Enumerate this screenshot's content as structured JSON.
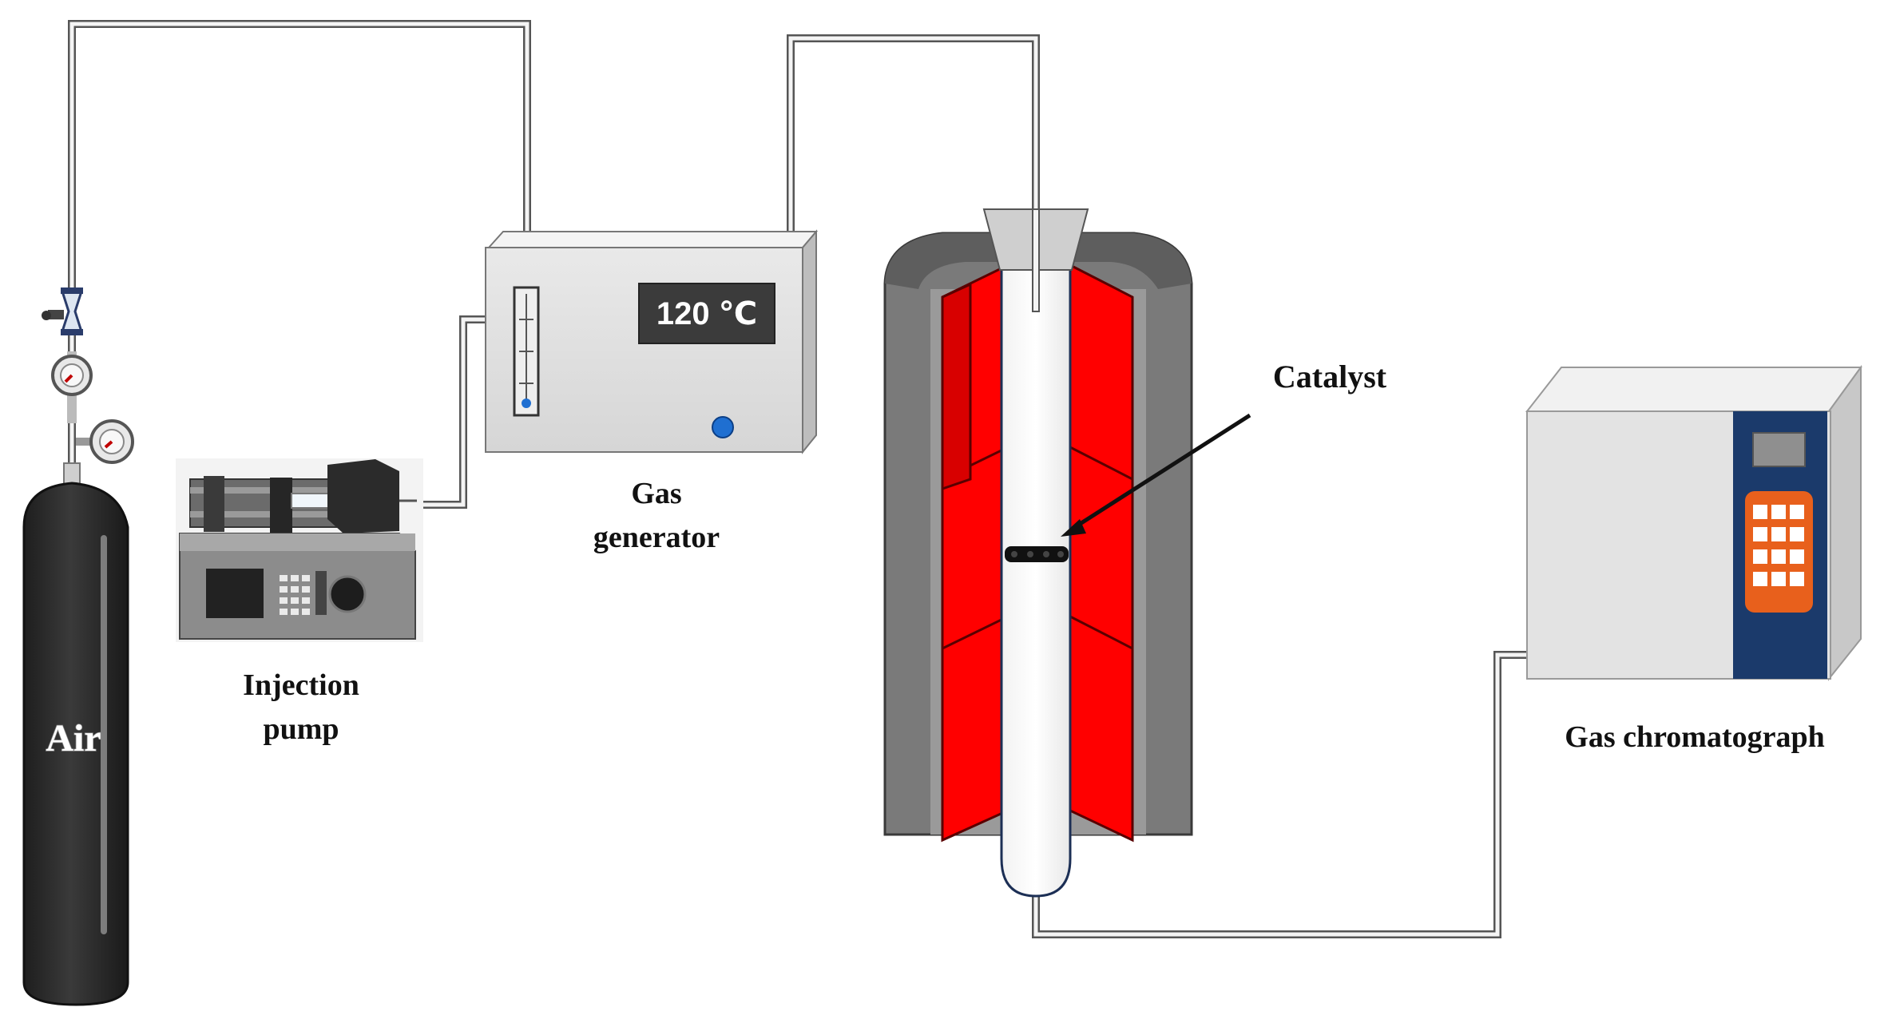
{
  "labels": {
    "air": "Air",
    "display_temperature": "120 ℃",
    "gas_generator_line1": "Gas",
    "gas_generator_line2": "generator",
    "injection_pump_line1": "Injection",
    "injection_pump_line2": "pump",
    "catalyst": "Catalyst",
    "gas_chromatograph": "Gas chromatograph"
  },
  "colors": {
    "heater_red": "#ff0000",
    "furnace_gray": "#7a7a7a",
    "cylinder_black": "#2f2f2f",
    "indicator_blue": "#1f6fd1",
    "gc_panel_navy": "#1b3a6b",
    "gc_keypad_orange": "#e8601c"
  },
  "icons": {
    "valve": "needle-valve-icon",
    "gauge": "pressure-gauge-icon"
  }
}
